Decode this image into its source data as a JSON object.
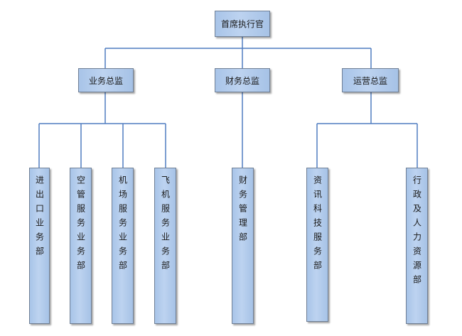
{
  "org_chart": {
    "ceo": "首席执行官",
    "directors": {
      "business": "业务总监",
      "finance": "财务总监",
      "operations": "运营总监"
    },
    "departments": {
      "import_export": "进出口业务部",
      "air_traffic": "空管服务业务部",
      "airport": "机场服务业务部",
      "aircraft": "飞机服务业务部",
      "finance_management": "财务管理部",
      "it_service": "资讯科技服务部",
      "admin_hr": "行政及人力资源部"
    }
  },
  "colors": {
    "line": "#4f7cc0",
    "box_fill": "#b3cdee",
    "box_border": "#6f7f95"
  }
}
